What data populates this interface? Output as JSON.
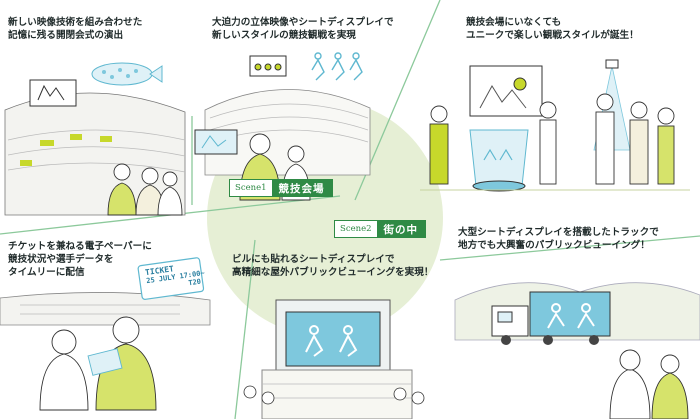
{
  "captions": {
    "ceremony": [
      "新しい映像技術を組み合わせた",
      "記憶に残る開閉会式の演出"
    ],
    "stadium3d": [
      "大迫力の立体映像やシートディスプレイで",
      "新しいスタイルの競技観戦を実現"
    ],
    "offsite": [
      "競技会場にいなくても",
      "ユニークで楽しい観戦スタイルが誕生！"
    ],
    "epaper": [
      "チケットを兼ねる電子ペーパーに",
      "競技状況や選手データを",
      "タイムリーに配信"
    ],
    "building": [
      "ビルにも貼れるシートディスプレイで",
      "高精細な屋外パブリックビューイングを実現！"
    ],
    "truck": [
      "大型シートディスプレイを搭載したトラックで",
      "地方でも大興奮のパブリックビューイング！"
    ]
  },
  "scenes": [
    {
      "num": "Scene1",
      "name": "競技会場"
    },
    {
      "num": "Scene2",
      "name": "街の中"
    }
  ],
  "ticket": {
    "label": "TICKET",
    "date": "25 JULY",
    "time": "17:00~",
    "code": "T20"
  },
  "colors": {
    "accent": "#2f8a45",
    "lime": "#c7d82b",
    "circle": "#e6efd5",
    "line": "#8cc99b",
    "sky": "#7ec8dd"
  }
}
